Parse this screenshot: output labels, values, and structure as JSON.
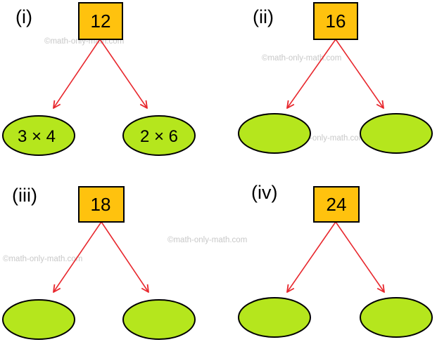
{
  "watermark": "©math-only-math.com",
  "colors": {
    "box_fill": "#ffc20e",
    "box_stroke": "#000000",
    "oval_fill": "#b5e61d",
    "oval_stroke": "#000000",
    "arrow": "#e8282e"
  },
  "problems": [
    {
      "label": "(i)",
      "number": "12",
      "left": "3 × 4",
      "right": "2 × 6"
    },
    {
      "label": "(ii)",
      "number": "16",
      "left": "",
      "right": ""
    },
    {
      "label": "(iii)",
      "number": "18",
      "left": "",
      "right": ""
    },
    {
      "label": "(iv)",
      "number": "24",
      "left": "",
      "right": ""
    }
  ]
}
